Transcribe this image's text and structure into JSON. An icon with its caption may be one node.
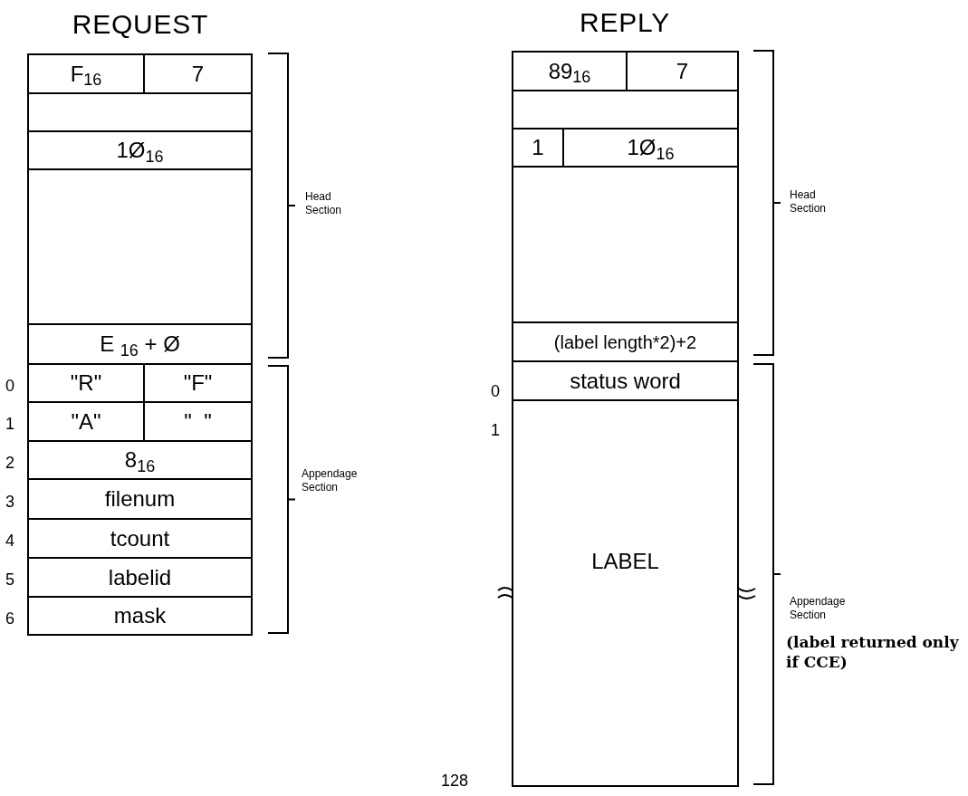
{
  "diagram": {
    "nodes": [
      {
        "text": [
          "F$_{16}$"
        ]
      },
      {
        "text": [
          "7"
        ]
      },
      {
        "text": [],
        "shape": "box"
      },
      {
        "text": [
          "1Ø$_{16}$"
        ]
      },
      {
        "text": [],
        "shape": "box"
      },
      {
        "text": [
          "E $_{16}$ + Ø"
        ]
      },
      {
        "text": [
          "\"R\""
        ]
      },
      {
        "text": [
          "\"F\""
        ]
      },
      {
        "text": [
          "\"A\""
        ]
      },
      {
        "text": [
          "\"  \""
        ]
      },
      {
        "text": [
          "8$_{16}$"
        ]
      },
      {
        "text": [
          "filenum"
        ]
      },
      {
        "text": [
          "tcount"
        ]
      },
      {
        "text": [
          "labelid"
        ]
      },
      {
        "text": [
          "mask"
        ]
      },
      {
        "text": [
          "89$_{16}$"
        ]
      },
      {
        "text": [
          "7"
        ]
      },
      {
        "text": [],
        "shape": "box"
      },
      {
        "text": [
          "1"
        ]
      },
      {
        "text": [
          "1Ø$_{16}$"
        ]
      },
      {
        "text": [],
        "shape": "box"
      },
      {
        "text": [
          "(label length*2)+2"
        ]
      },
      {
        "text": [
          "status word"
        ]
      },
      {
        "text": [
          "LABEL"
        ]
      }
    ],
    "edges": [],
    "labels": [
      "REQUEST",
      "REPLY",
      "0",
      "1",
      "2",
      "3",
      "4",
      "5",
      "6",
      "Head Section",
      "Appendage Section",
      "Head Section",
      "Appendage Section",
      "0",
      "1",
      "128",
      "(label returned only if CCE)"
    ]
  }
}
